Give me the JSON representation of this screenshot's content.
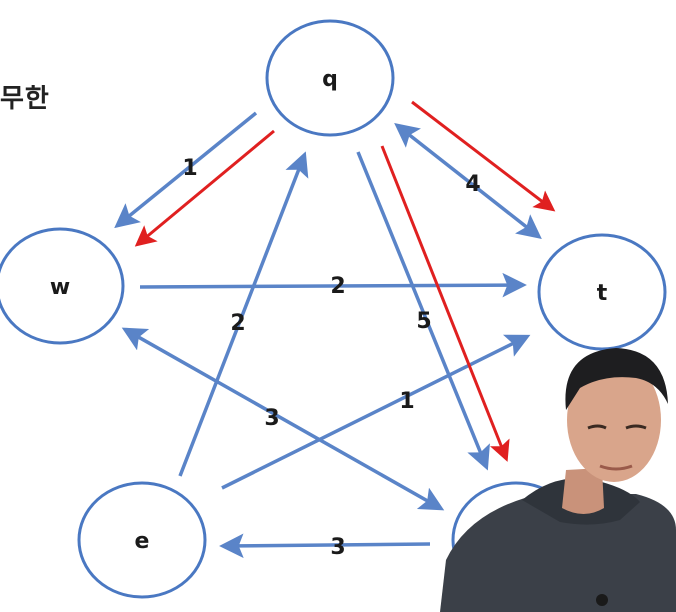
{
  "heading": {
    "text": "무한"
  },
  "colors": {
    "node_stroke": "#4a78c2",
    "edge_blue": "#5a84c8",
    "edge_red": "#e02020",
    "text": "#1a1a1a"
  },
  "nodes": [
    {
      "id": "q",
      "label": "q"
    },
    {
      "id": "w",
      "label": "w"
    },
    {
      "id": "t",
      "label": "t"
    },
    {
      "id": "e",
      "label": "e"
    },
    {
      "id": "r",
      "label": ""
    }
  ],
  "edges": [
    {
      "from": "q",
      "to": "w",
      "label": "1",
      "color": "blue"
    },
    {
      "from": "q",
      "to": "t",
      "label": "4",
      "color": "blue",
      "bidirectional": true
    },
    {
      "from": "q",
      "to": "r",
      "label": "5",
      "color": "blue"
    },
    {
      "from": "w",
      "to": "t",
      "label": "2",
      "color": "blue"
    },
    {
      "from": "e",
      "to": "q",
      "label": "2",
      "color": "blue"
    },
    {
      "from": "e",
      "to": "t",
      "label": "1",
      "color": "blue"
    },
    {
      "from": "r",
      "to": "w",
      "label": "3",
      "color": "blue",
      "bidirectional": true
    },
    {
      "from": "r",
      "to": "e",
      "label": "3",
      "color": "blue"
    },
    {
      "from": "q",
      "to": "w",
      "label": "",
      "color": "red"
    },
    {
      "from": "q",
      "to": "t",
      "label": "",
      "color": "red"
    },
    {
      "from": "q",
      "to": "r",
      "label": "",
      "color": "red"
    }
  ],
  "presenter": {
    "description": "presenter-video-overlay"
  }
}
